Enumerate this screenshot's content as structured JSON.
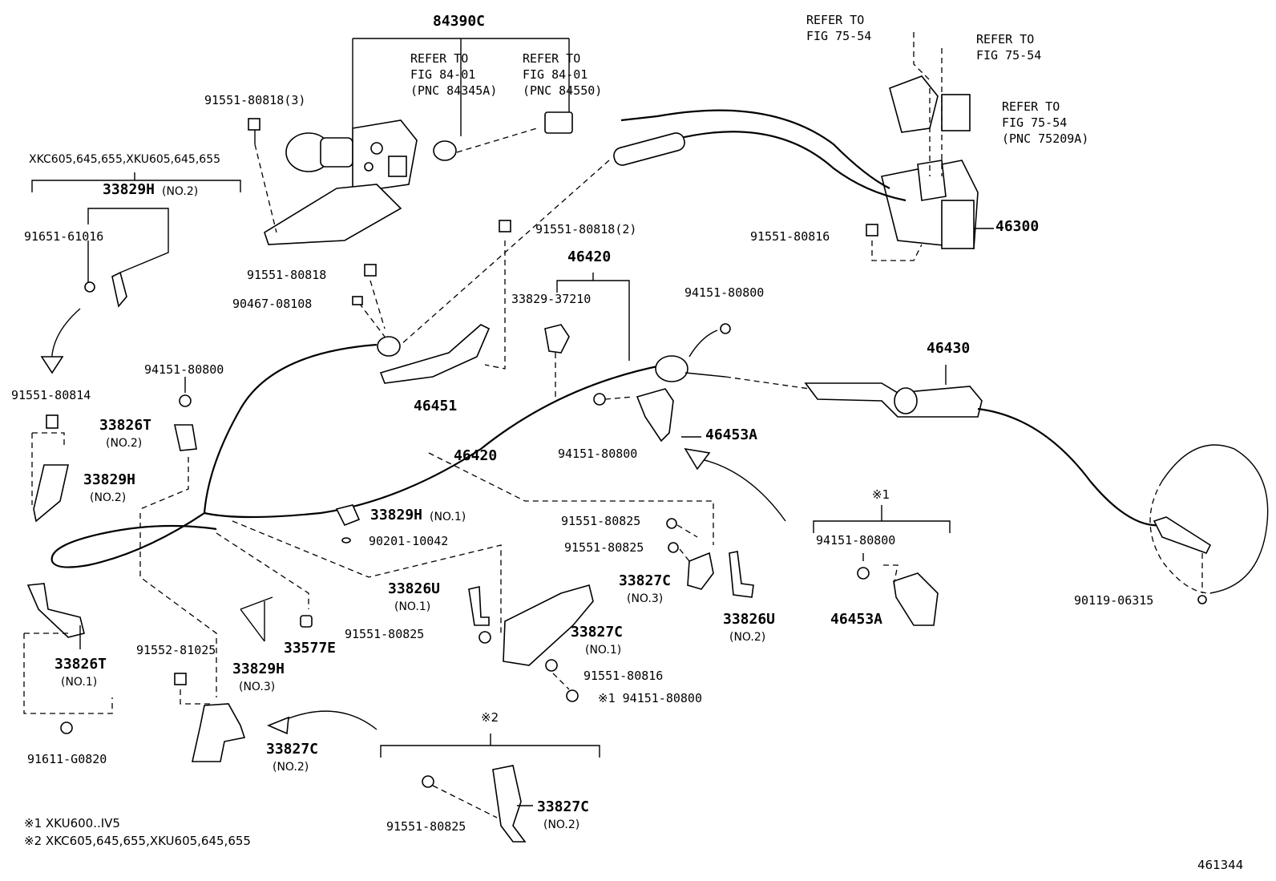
{
  "labels": {
    "l84390C": "84390C",
    "refer1a": "REFER TO",
    "refer1b": "FIG 84-01",
    "refer1c": "(PNC 84345A)",
    "refer2a": "REFER TO",
    "refer2b": "FIG 84-01",
    "refer2c": "(PNC 84550)",
    "refer3a": "REFER TO",
    "refer3b": "FIG 75-54",
    "refer4a": "REFER TO",
    "refer4b": "FIG 75-54",
    "refer5a": "REFER TO",
    "refer5b": "FIG 75-54",
    "refer5c": "(PNC 75209A)",
    "p91551_80818_3": "91551-80818(3)",
    "xkc_top": "XKC605,645,655,XKU605,645,655",
    "p33829H_no2": "33829H",
    "p33829H_no2_sub": "(NO.2)",
    "p91651_61016": "91651-61016",
    "p91551_80818_2": "91551-80818(2)",
    "p46420_top": "46420",
    "p91551_80816_top": "91551-80816",
    "p46300": "46300",
    "p91551_80818": "91551-80818",
    "p90467_08108": "90467-08108",
    "p33829_37210": "33829-37210",
    "p94151_80800_a": "94151-80800",
    "p46430": "46430",
    "p94151_80800_b": "94151-80800",
    "p91551_80814": "91551-80814",
    "p33826T_no2": "33826T",
    "p33826T_no2_sub": "(NO.2)",
    "p46451": "46451",
    "p46420_mid": "46420",
    "p94151_80800_c": "94151-80800",
    "p46453A": "46453A",
    "p33829H_b": "33829H",
    "p33829H_b_sub": "(NO.2)",
    "p33829H_no1": "33829H",
    "p33829H_no1_sub": "(NO.1)",
    "p90201_10042": "90201-10042",
    "mark1": "※1",
    "p91551_80825_a": "91551-80825",
    "p91551_80825_b": "91551-80825",
    "p94151_80800_d": "94151-80800",
    "p33827C_no3": "33827C",
    "p33827C_no3_sub": "(NO.3)",
    "p33826U_no1": "33826U",
    "p33826U_no1_sub": "(NO.1)",
    "p91551_80825_c": "91551-80825",
    "p33827C_no1": "33827C",
    "p33827C_no1_sub": "(NO.1)",
    "p33826U_no2": "33826U",
    "p33826U_no2_sub": "(NO.2)",
    "p46453A_b": "46453A",
    "p90119_06315": "90119-06315",
    "p33826T_no1": "33826T",
    "p33826T_no1_sub": "(NO.1)",
    "p33577E": "33577E",
    "p33829H_no3": "33829H",
    "p33829H_no3_sub": "(NO.3)",
    "p91552_81025": "91552-81025",
    "p91551_80816_b": "91551-80816",
    "p94151_80800_e": "※1 94151-80800",
    "p91611_G0820": "91611-G0820",
    "p33827C_no2": "33827C",
    "p33827C_no2_sub": "(NO.2)",
    "mark2": "※2",
    "p91551_80825_d": "91551-80825",
    "p33827C_no2b": "33827C",
    "p33827C_no2b_sub": "(NO.2)",
    "foot1": "※1 XKU600..IV5",
    "foot2": "※2 XKC605,645,655,XKU605,645,655",
    "fig_no": "461344"
  }
}
